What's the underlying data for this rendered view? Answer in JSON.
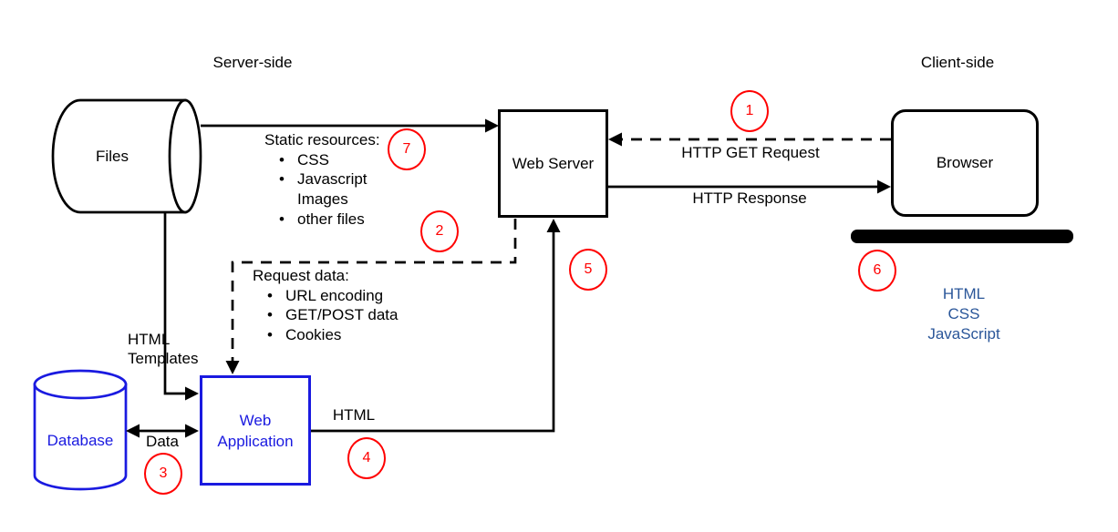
{
  "titles": {
    "server_side": "Server-side",
    "client_side": "Client-side"
  },
  "nodes": {
    "files": "Files",
    "web_server": "Web Server",
    "browser": "Browser",
    "database": "Database",
    "web_app_1": "Web",
    "web_app_2": "Application"
  },
  "edges": {
    "http_get": "HTTP GET Request",
    "http_response": "HTTP Response",
    "templates_1": "HTML",
    "templates_2": "Templates",
    "data": "Data",
    "html": "HTML"
  },
  "blocks": {
    "static_resources": {
      "title": "Static resources:",
      "items": [
        "CSS",
        "Javascript",
        "Images",
        "other files"
      ]
    },
    "request_data": {
      "title": "Request data:",
      "items": [
        "URL encoding",
        "GET/POST data",
        "Cookies"
      ]
    },
    "client_tech": [
      "HTML",
      "CSS",
      "JavaScript"
    ]
  },
  "badges": [
    "1",
    "2",
    "3",
    "4",
    "5",
    "6",
    "7"
  ],
  "chars": {
    "bullet": "•"
  },
  "colors": {
    "shape_black": "#000000",
    "shape_blue": "#1a1ae0",
    "badge_red": "#ff0000",
    "client_tech_blue": "#2a5699"
  }
}
